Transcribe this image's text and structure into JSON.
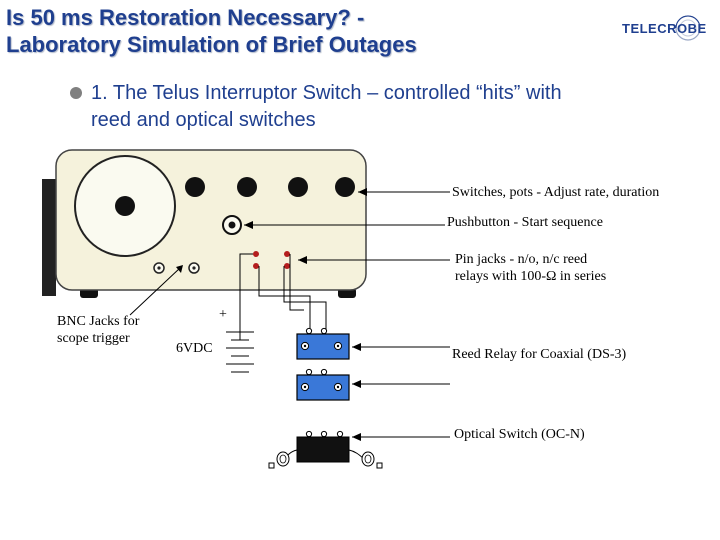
{
  "slide": {
    "title_line1": "Is 50 ms Restoration Necessary? -",
    "title_line2": "Laboratory Simulation of Brief Outages",
    "logo_text": "TELECROBE",
    "bullet_line1": "1. The Telus Interruptor Switch – controlled “hits” with",
    "bullet_line2": "reed and optical switches"
  },
  "labels": {
    "switches_pots": "Switches, pots - Adjust rate, duration",
    "pushbutton": "Pushbutton - Start sequence",
    "pin_jacks_line1": "Pin jacks - n/o, n/c reed",
    "pin_jacks_line2": "relays with 100-Ω in series",
    "bnc_line1": "BNC Jacks for",
    "bnc_line2": "scope trigger",
    "battery_plus": "+",
    "battery_voltage": "6VDC",
    "reed_relay": "Reed Relay for Coaxial (DS-3)",
    "optical_switch": "Optical Switch (OC-N)"
  },
  "colors": {
    "title": "#1f3f8f",
    "box_fill": "#f5f2dc",
    "relay_fill": "#3a78d8",
    "pin_jack": "#b41e1e"
  }
}
